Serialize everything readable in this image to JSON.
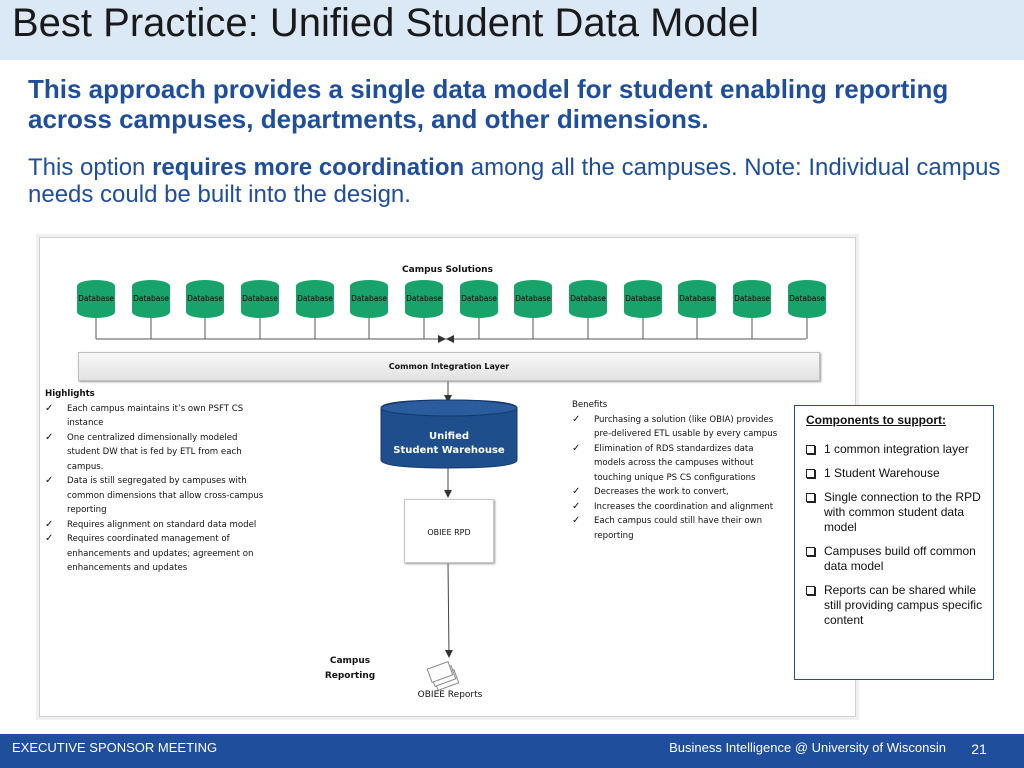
{
  "title": "Best Practice: Unified Student Data Model",
  "lead_text": "This approach provides a single data model for student enabling reporting across campuses, departments, and other dimensions.",
  "sub_text": {
    "before": "This option ",
    "bold": "requires more coordination",
    "after": " among all the campuses. Note: Individual campus needs could be built into the design."
  },
  "diagram": {
    "campus_solutions_label": "Campus Solutions",
    "databases": [
      "Database",
      "Database",
      "Database",
      "Database",
      "Database",
      "Database",
      "Database",
      "Database",
      "Database",
      "Database",
      "Database",
      "Database",
      "Database",
      "Database"
    ],
    "common_integration_layer": "Common Integration Layer",
    "warehouse_line1": "Unified",
    "warehouse_line2": "Student Warehouse",
    "rpd_label": "OBIEE RPD",
    "campus_reporting_line1": "Campus",
    "campus_reporting_line2": "Reporting",
    "obiee_reports": "OBIEE Reports",
    "db_color": "#17a36a",
    "warehouse_color": "#1f4e8c"
  },
  "highlights": {
    "heading": "Highlights",
    "items": [
      "Each campus maintains it’s own PSFT CS instance",
      "One centralized dimensionally modeled student DW that is fed by ETL from each campus.",
      "Data is still segregated by campuses with common dimensions that allow cross-campus reporting",
      "Requires alignment on standard data model",
      "Requires coordinated management of enhancements and updates; agreement on enhancements and updates"
    ]
  },
  "benefits": {
    "heading": "Benefits",
    "items": [
      "Purchasing a solution (like OBIA) provides pre-delivered ETL usable by every campus",
      "Elimination of RDS standardizes data models across the campuses without touching unique PS CS configurations",
      "Decreases the work to convert,",
      "Increases the coordination and alignment",
      "Each campus could still have their own reporting"
    ]
  },
  "components": {
    "heading": "Components to support:",
    "items": [
      "1 common integration layer",
      "1 Student Warehouse",
      "Single connection  to the RPD with common student data model",
      "Campuses build off common data model",
      "Reports can be shared while still providing campus specific content"
    ]
  },
  "footer": {
    "left": "EXECUTIVE SPONSOR MEETING",
    "right": "Business Intelligence @ University of Wisconsin",
    "page_number": "21"
  },
  "colors": {
    "title_bar": "#dbe8f6",
    "accent_blue": "#1f4e9c"
  }
}
